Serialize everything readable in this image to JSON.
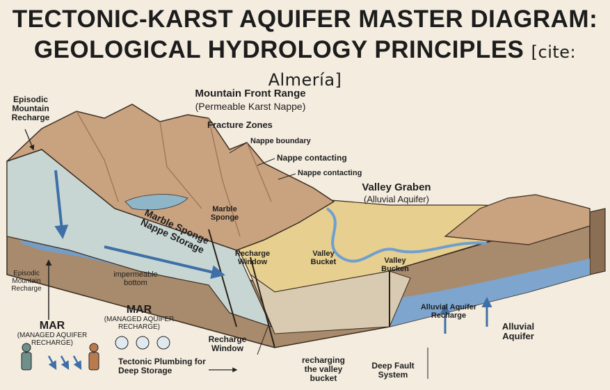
{
  "title": {
    "line1": "TECTONIC-KARST AQUIFER MASTER DIAGRAM:",
    "line2": "GEOLOGICAL HYDROLOGY PRINCIPLES",
    "cite": "[cite: Almería]"
  },
  "labels": {
    "mountain_front": "Mountain Front Range",
    "mountain_front_sub": "(Permeable Karst Nappe)",
    "fracture_zones": "Fracture Zones",
    "nappe_boundary": "Nappe boundary",
    "nappe_contacting_1": "Nappe contacting",
    "nappe_contacting_2": "Nappe contacting",
    "valley_graben": "Valley Graben",
    "valley_graben_sub": "(Alluvial Aquifer)",
    "episodic_top": "Episodic Mountain Recharge",
    "episodic_side": "Episodic Mountain Recharge",
    "marble_sponge": "Marble Sponge",
    "marble_sponge_storage": "Marble Sponge Nappe Storage",
    "recharge_window_mid": "Recharge Window",
    "valley_bucket": "Valley Bucket",
    "valley_bucken": "Valley Bucken",
    "impermeable_bottom": "impermeable bottom",
    "mar_mid": "MAR",
    "mar_mid_sub": "(MANAGED AQUIFER RECHARGE)",
    "mar_left": "MAR",
    "mar_left_sub": "(MANAGED AQUIFER RECHARGE)",
    "tectonic_plumbing": "Tectonic Plumbing for Deep Storage",
    "recharge_window_bottom": "Recharge Window",
    "recharging_bucket": "recharging the valley bucket",
    "deep_fault": "Deep Fault System",
    "alluvial_recharge": "Alluvial Aquifer Recharge",
    "alluvial_aquifer": "Alluvial Aquifer"
  },
  "colors": {
    "mountain": "#c9a27f",
    "mountain_dark": "#9a7458",
    "marble": "#c7d6d3",
    "water": "#6f9fcf",
    "valley": "#e6cf8f",
    "base": "#a88a6c",
    "background": "#f3ecdf"
  }
}
